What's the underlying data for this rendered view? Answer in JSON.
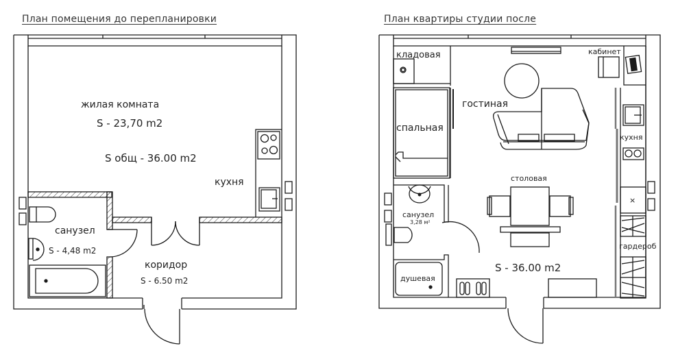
{
  "plans": {
    "before": {
      "title": "План помещения до перепланировки",
      "rooms": {
        "living": {
          "name": "жилая комната",
          "area": "S - 23,70 m2"
        },
        "total": {
          "area": "S общ - 36.00 m2"
        },
        "kitchen": {
          "name": "кухня"
        },
        "bathroom": {
          "name": "санузел",
          "area": "S - 4,48 m2"
        },
        "corridor": {
          "name": "коридор",
          "area": "S - 6.50 m2"
        }
      }
    },
    "after": {
      "title": "План квартиры студии после",
      "rooms": {
        "storage": {
          "name": "кладовая"
        },
        "office": {
          "name": "кабинет"
        },
        "living": {
          "name": "гостиная"
        },
        "bedroom": {
          "name": "спальная"
        },
        "kitchen": {
          "name": "кухня"
        },
        "dining": {
          "name": "столовая"
        },
        "bathroom": {
          "name": "санузел",
          "area": "3,28 м²"
        },
        "shower": {
          "name": "душевая"
        },
        "wardrobe": {
          "name": "гардероб"
        },
        "total": {
          "area": "S - 36.00 m2"
        }
      }
    }
  },
  "colors": {
    "line": "#1a1a1a",
    "text": "#222222",
    "hatch": "#333333"
  }
}
